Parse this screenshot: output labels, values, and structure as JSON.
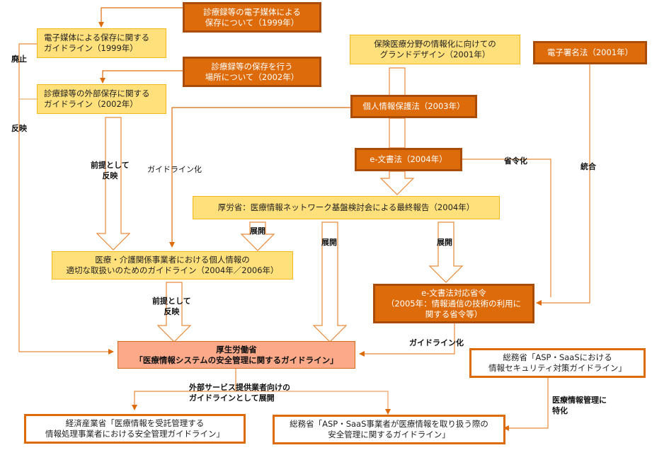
{
  "diagram": {
    "boxes": {
      "mhlw_notice_1999": "診療録等の電子媒体による\n保存について（1999年）",
      "guideline_1999": "電子媒体による保存に関する\nガイドライン（1999年）",
      "mhlw_notice_2002": "診療録等の保存を行う\n場所について（2002年）",
      "guideline_2002": "診療録等の外部保存に関する\nガイドライン（2002年）",
      "grand_design_2001": "保険医療分野の情報化に向けての\nグランドデザイン（2001年）",
      "esign_law_2001": "電子署名法（2001年）",
      "privacy_law_2003": "個人情報保護法（2003年）",
      "edoc_law_2004": "e-文書法（2004年）",
      "network_report_2004": "厚労省：医療情報ネットワーク基盤検討会による最終報告（2004年）",
      "privacy_guideline": "医療・介護関係事業者における個人情報の\n適切な取扱いのためのガイドライン（2004年／2006年）",
      "edoc_ordinance_2005": "e-文書法対応省令\n（2005年：情報通信の技術の利用に\n関する省令等）",
      "mhlw_guideline": "厚生労働省\n「医療情報システムの安全管理に関するガイドライン」",
      "mic_asp_saas_security": "総務省「ASP・SaaSにおける\n情報セキュリティ対策ガイドライン」",
      "meti_guideline": "経済産業省「医療情報を受託管理する\n情報処理事業者における安全管理ガイドライン」",
      "mic_asp_saas_medical": "総務省「ASP・SaaS事業者が医療情報を取り扱う際の\n安全管理に関するガイドライン」"
    },
    "labels": {
      "abolished": "廃止",
      "reflect": "反映",
      "premise_reflect_1": "前提として\n反映",
      "guideline_ization_1": "ガイドライン化",
      "ordinance_ization": "省令化",
      "integration": "統合",
      "deploy_1": "展開",
      "deploy_2": "展開",
      "deploy_3": "展開",
      "premise_reflect_2": "前提として\n反映",
      "guideline_ization_2": "ガイドライン化",
      "external_service": "外部サービス提供業者向けの\nガイドラインとして展開",
      "medical_specialize": "医療情報管理に\n特化"
    },
    "colors": {
      "line": "#DD6B0A",
      "light_line": "#F0A060",
      "yellow_fill": "#FFE07A",
      "dark_fill": "#DD6B0A",
      "salmon_fill": "#FCA98A"
    }
  }
}
